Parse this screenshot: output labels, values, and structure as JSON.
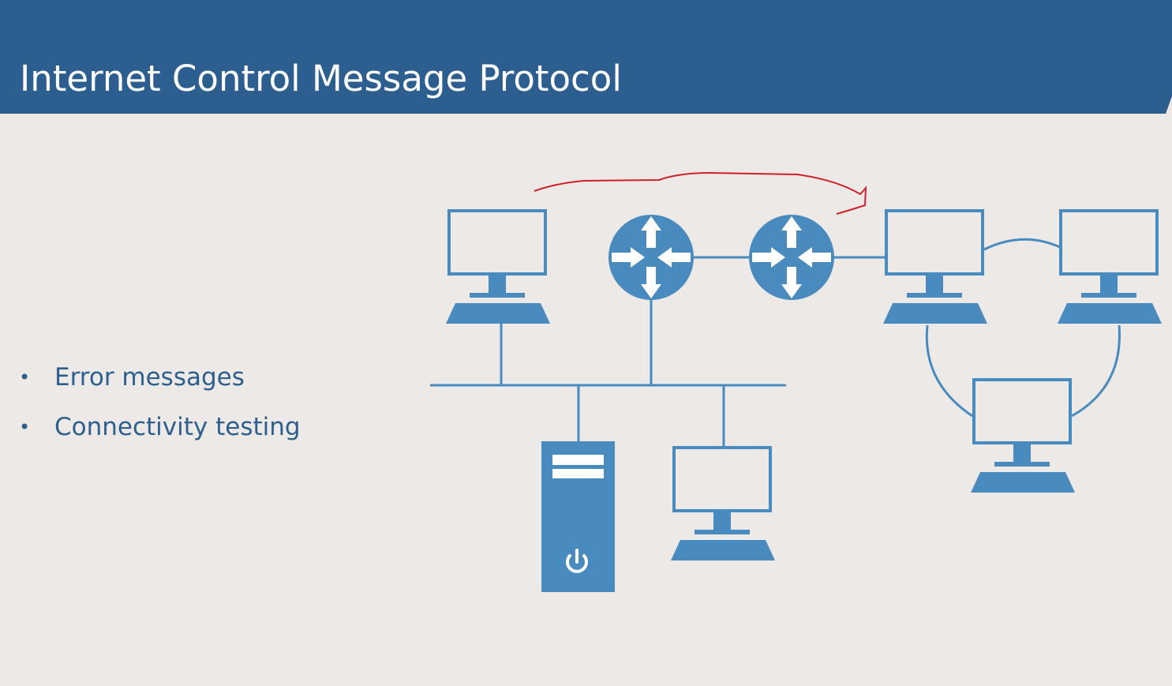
{
  "slide": {
    "title": "Internet Control Message Protocol",
    "bullets": [
      "Error messages",
      "Connectivity testing"
    ]
  },
  "colors": {
    "header_bg": "#2c5f8f",
    "background": "#ece9e7",
    "diagram_blue": "#4a8bbf",
    "annotation_red": "#d0202a",
    "bullet_text": "#2c5f8d"
  },
  "diagram": {
    "nodes": [
      {
        "id": "pc-left",
        "icon": "desktop-computer-icon"
      },
      {
        "id": "router-1",
        "icon": "router-icon"
      },
      {
        "id": "router-2",
        "icon": "router-icon"
      },
      {
        "id": "pc-remote-1",
        "icon": "desktop-computer-icon"
      },
      {
        "id": "pc-remote-2",
        "icon": "desktop-computer-icon"
      },
      {
        "id": "pc-remote-3",
        "icon": "desktop-computer-icon"
      },
      {
        "id": "server",
        "icon": "server-tower-icon"
      },
      {
        "id": "pc-bottom",
        "icon": "desktop-computer-icon"
      }
    ],
    "annotation": "hand-drawn-red-arrow"
  }
}
